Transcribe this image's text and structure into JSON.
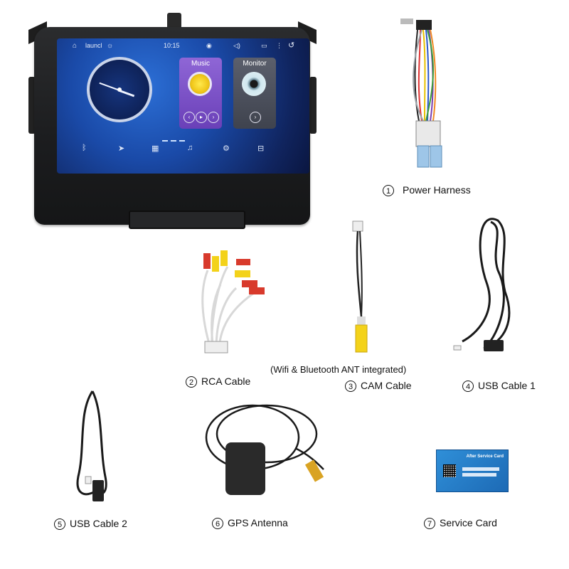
{
  "items": [
    {
      "num": "1",
      "label": "Power Harness"
    },
    {
      "num": "2",
      "label": "RCA Cable"
    },
    {
      "num": "3",
      "label": "CAM Cable"
    },
    {
      "num": "4",
      "label": "USB Cable 1"
    },
    {
      "num": "5",
      "label": "USB Cable 2"
    },
    {
      "num": "6",
      "label": "GPS Antenna"
    },
    {
      "num": "7",
      "label": "Service Card"
    }
  ],
  "note": "(Wifi & Bluetooth ANT integrated)",
  "screen": {
    "launcher": "launcl",
    "time": "10:15",
    "music_title": "Music",
    "monitor_title": "Monitor"
  },
  "service_card": {
    "header": "After Service Card"
  },
  "colors": {
    "screen_bg": "#1a4aa8",
    "music_card": "#7a52c6",
    "rca_red": "#d83a2c",
    "rca_yellow": "#f3d21a",
    "card_blue": "#2f8fd8"
  },
  "icons": [
    "home-icon",
    "brightness-icon",
    "wifi-icon",
    "volume-icon",
    "back-icon",
    "bluetooth-icon",
    "navigation-icon",
    "apps-icon",
    "music-note-icon",
    "settings-icon",
    "equalizer-icon"
  ]
}
